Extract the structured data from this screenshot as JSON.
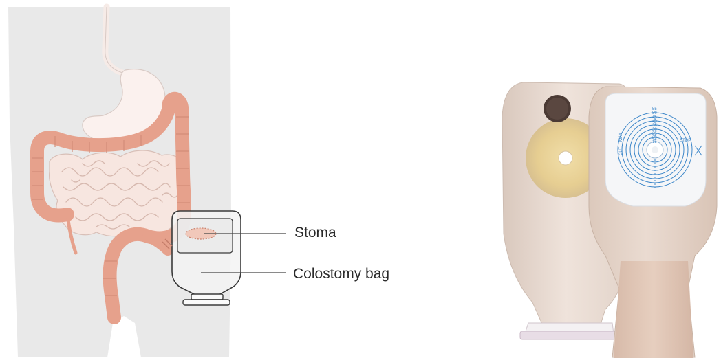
{
  "diagram": {
    "labels": {
      "stoma": "Stoma",
      "colostomy_bag": "Colostomy bag"
    }
  },
  "photo": {
    "wafer_marks": [
      "MAX",
      "CUT",
      "STOP",
      "15",
      "20",
      "25",
      "30",
      "35",
      "40",
      "45",
      "50",
      "55"
    ]
  },
  "colors": {
    "body_silhouette": "#e9e9e9",
    "colon": "#e6a18c",
    "colon_outline": "#d28c77",
    "small_intestine": "#f7e6e0",
    "stomach": "#fbf1ee",
    "bag_outline": "#3b3b3b",
    "leader_line": "#444444",
    "wafer_blue": "#3b86c9",
    "pouch_beige": "#e9d6c9"
  }
}
